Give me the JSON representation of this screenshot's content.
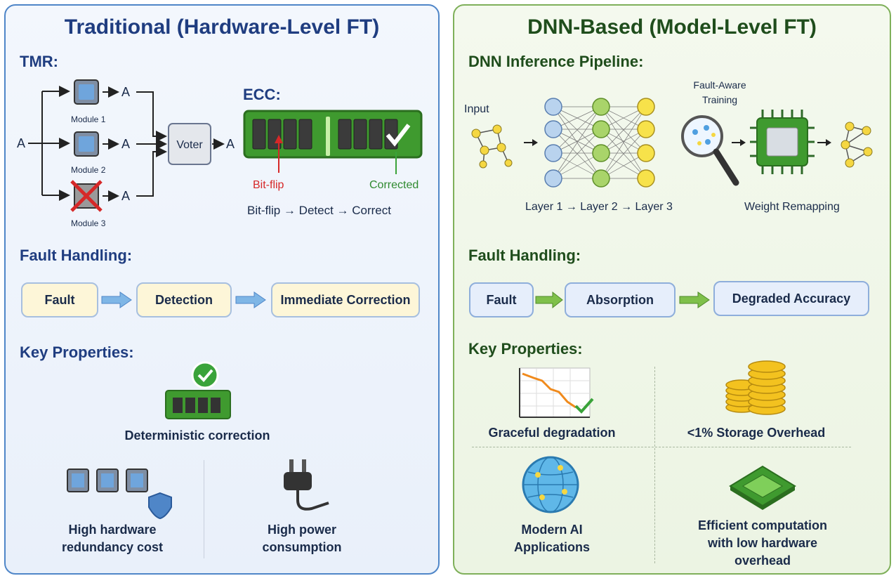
{
  "left": {
    "title": "Traditional (Hardware-Level FT)",
    "tmr": {
      "heading": "TMR:",
      "input": "A",
      "outputs": [
        "A",
        "A",
        "A"
      ],
      "modules": [
        "Module 1",
        "Module 2",
        "Module 3"
      ],
      "voter": "Voter",
      "voter_out": "A"
    },
    "ecc": {
      "heading": "ECC:",
      "bitflip": "Bit-flip",
      "corrected": "Corrected",
      "flow": "Bit-flip → Detect → Correct"
    },
    "fault_handling": {
      "heading": "Fault Handling:",
      "steps": [
        "Fault",
        "Detection",
        "Immediate Correction"
      ]
    },
    "key_properties": {
      "heading": "Key Properties:",
      "items": [
        "Deterministic correction",
        "High hardware redundancy cost",
        "High power consumption"
      ]
    }
  },
  "right": {
    "title": "DNN-Based (Model-Level FT)",
    "pipeline": {
      "heading": "DNN Inference Pipeline:",
      "input": "Input",
      "layers": "Layer 1 → Layer 2 → Layer 3",
      "fault_aware": "Fault-Aware Training",
      "weight_remap": "Weight Remapping"
    },
    "fault_handling": {
      "heading": "Fault Handling:",
      "steps": [
        "Fault",
        "Absorption",
        "Degraded Accuracy"
      ]
    },
    "key_properties": {
      "heading": "Key Properties:",
      "items": [
        "Graceful degradation",
        "<1% Storage Overhead",
        "Modern AI Applications",
        "Efficient computation with low hardware overhead"
      ]
    }
  },
  "colors": {
    "blue_border": "#4f86c8",
    "green_border": "#7fb05a",
    "red": "#d62828",
    "green": "#3aa33a"
  }
}
